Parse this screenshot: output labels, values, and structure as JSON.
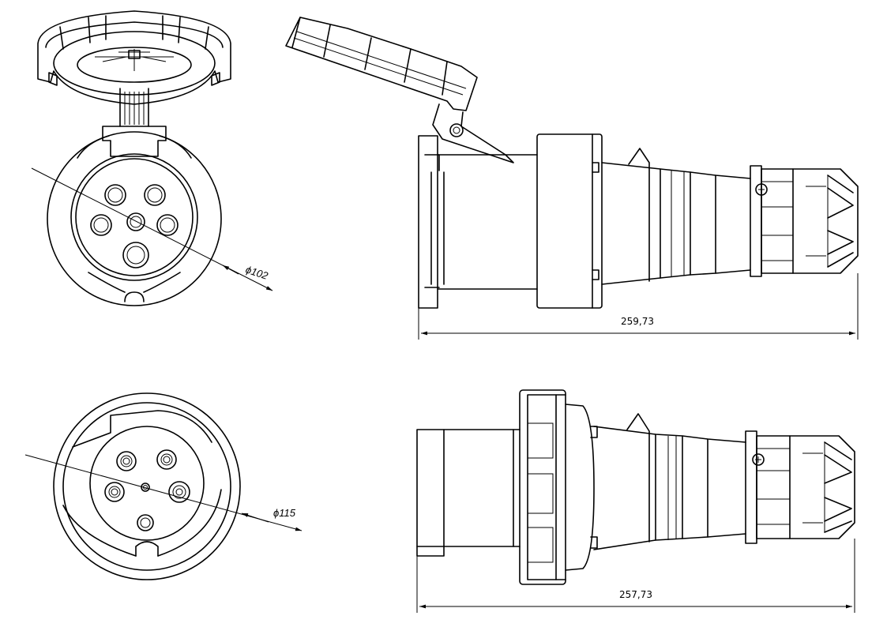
{
  "dimensions": {
    "socket_diameter": "ϕ102",
    "plug_diameter": "ϕ115",
    "socket_length": "259,73",
    "plug_length": "257,73"
  },
  "colors": {
    "line": "#000000",
    "background": "#ffffff"
  }
}
